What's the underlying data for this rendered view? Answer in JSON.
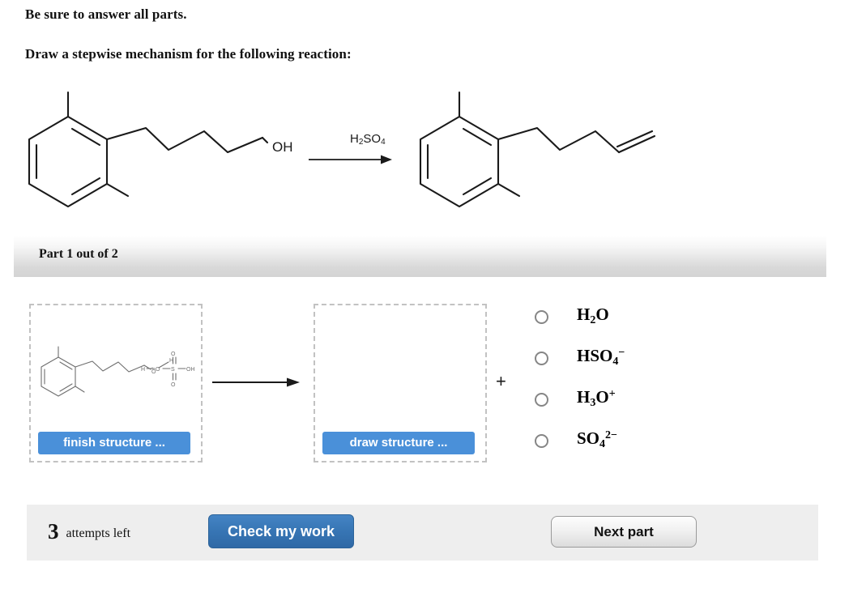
{
  "headings": {
    "line1": "Be sure to answer all parts.",
    "line2": "Draw a stepwise mechanism for the following reaction:"
  },
  "reaction": {
    "reagent_label": "H2SO4",
    "reagent_html_parts": {
      "pre": "H",
      "sub1": "2",
      "mid": "SO",
      "sub2": "4"
    },
    "reactant_name": "2-(2,6-dimethylphenyl)-pentan-1-ol chain (primary alcohol)",
    "product_name": "2,6-dimethylphenyl pent-4-enyl (alkene)",
    "reactant_oh_label": "OH",
    "arrow": "reaction-arrow-right"
  },
  "part_bar": {
    "label": "Part 1 out of 2"
  },
  "answer": {
    "reactant_box": {
      "button_label": "finish structure ...",
      "contents": [
        "2,6-dimethylphenyl pentanol with explicit O-H",
        "H-O-S(=O)(=O)-OH sulfuric acid"
      ],
      "atom_labels": {
        "o": "O",
        "h": "H",
        "s": "S",
        "oh": "OH"
      }
    },
    "product_box": {
      "button_label": "draw structure ...",
      "contents": []
    },
    "plus_sign": "+",
    "options": [
      {
        "id": "h2o",
        "label_pre": "H",
        "label_sub": "2",
        "label_post": "O",
        "label_sup": "",
        "text": "H2O",
        "selected": false
      },
      {
        "id": "hso4",
        "label_pre": "HSO",
        "label_sub": "4",
        "label_post": "",
        "label_sup": "−",
        "text": "HSO4-",
        "selected": false
      },
      {
        "id": "h3o",
        "label_pre": "H",
        "label_sub": "3",
        "label_post": "O",
        "label_sup": "+",
        "text": "H3O+",
        "selected": false
      },
      {
        "id": "so4",
        "label_pre": "SO",
        "label_sub": "4",
        "label_post": "",
        "label_sup": "2−",
        "text": "SO4 2-",
        "selected": false
      }
    ]
  },
  "footer": {
    "attempts_count": "3",
    "attempts_text": "attempts left",
    "check_label": "Check my work",
    "next_label": "Next part"
  },
  "colors": {
    "accent_blue": "#3775b4",
    "button_blue": "#4a90d9",
    "bar_gray": "#eeeeee",
    "dashed_border": "#c2c2c2",
    "radio_border": "#868686"
  }
}
